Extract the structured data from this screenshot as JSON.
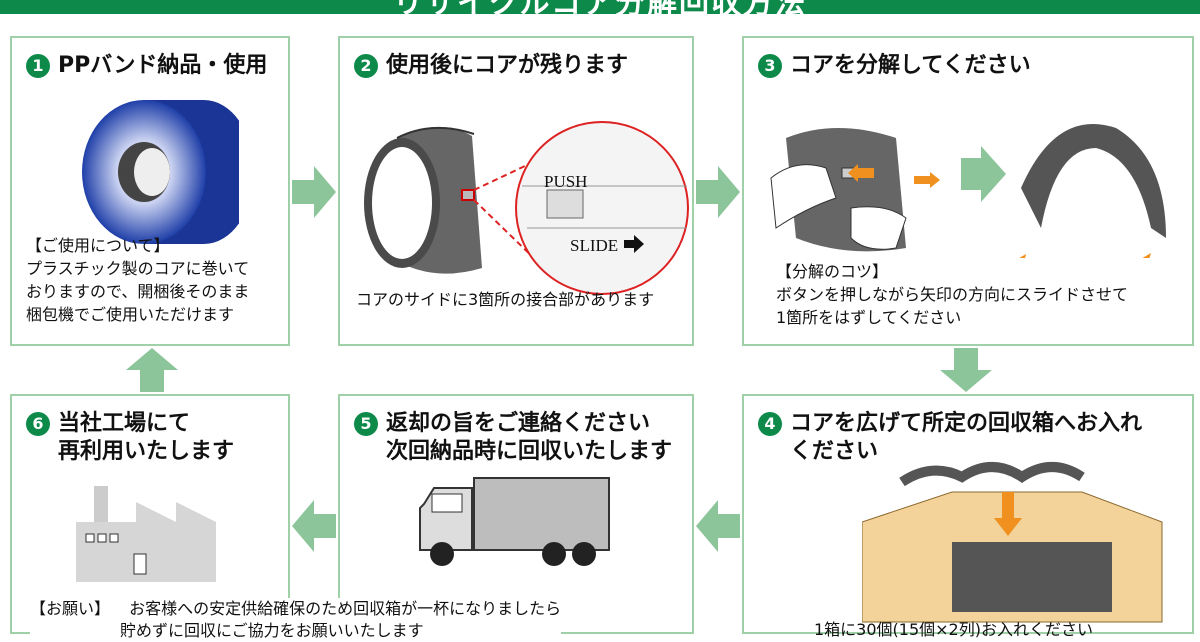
{
  "banner": {
    "title": "リサイクルコア分解回収方法"
  },
  "steps": [
    {
      "num": "1",
      "title": "PPバンド納品・使用",
      "text_title": "【ご使用について】",
      "text": [
        "プラスチック製のコアに巻いて",
        "おりますので、開梱後そのまま",
        "梱包機でご使用いただけます"
      ]
    },
    {
      "num": "2",
      "title": "使用後にコアが残ります",
      "text": [
        "コアのサイドに3箇所の接合部があります"
      ],
      "callout_push": "PUSH",
      "callout_slide": "SLIDE"
    },
    {
      "num": "3",
      "title": "コアを分解してください",
      "text_title": "【分解のコツ】",
      "text": [
        "ボタンを押しながら矢印の方向にスライドさせて",
        "1箇所をはずしてください"
      ]
    },
    {
      "num": "4",
      "title_lines": [
        "コアを広げて所定の回収箱へお入れ",
        "ください"
      ],
      "text": [
        "1箱に30個(15個×2列)お入れください"
      ]
    },
    {
      "num": "5",
      "title_lines": [
        "返却の旨をご連絡ください",
        "次回納品時に回収いたします"
      ]
    },
    {
      "num": "6",
      "title_lines": [
        "当社工場にて",
        "再利用いたします"
      ]
    }
  ],
  "footer_note": {
    "label": "【お願い】",
    "lines": [
      "お客様への安定供給確保のため回収箱が一杯になりましたら",
      "貯めずに回収にご協力をお願いいたします"
    ]
  },
  "colors": {
    "green": "#0d8a4a",
    "panel_border": "#9fd0a8",
    "arrow": "#8cc59a",
    "orange": "#f0901e",
    "core_gray": "#5a5a5a",
    "core_blue": "#1f3fa8",
    "box": "#f3d39a"
  }
}
